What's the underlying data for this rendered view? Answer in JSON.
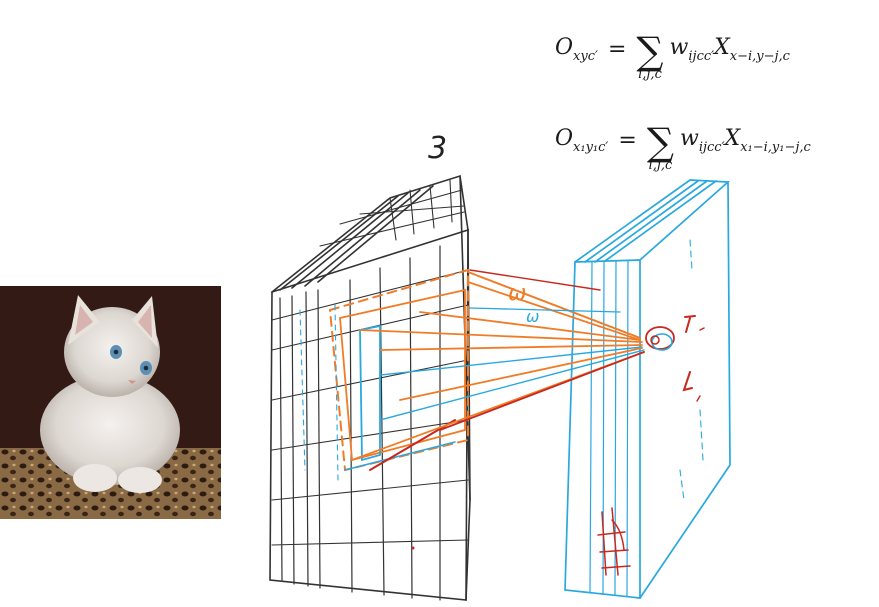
{
  "annotations": {
    "channel_count": "3",
    "kernel_width": "ω",
    "kernel_height": "ω"
  },
  "equations": {
    "eq1": {
      "lhs": "O",
      "lhs_sub": "xyc′",
      "equals": "=",
      "sum_symbol": "∑",
      "sum_under": "i,j,c",
      "rhs_w": "w",
      "rhs_w_sub": "ijcc′",
      "rhs_x": "X",
      "rhs_x_sub": "x−i,y−j,c"
    },
    "eq2": {
      "lhs": "O",
      "lhs_sub": "x₁y₁c′",
      "equals": "=",
      "sum_symbol": "∑",
      "sum_under": "i,j,c",
      "rhs_w": "w",
      "rhs_w_sub": "ijcc′",
      "rhs_x": "X",
      "rhs_x_sub": "x₁−i,y₁−j,c"
    }
  },
  "colors": {
    "input_volume": "#333333",
    "output_volume": "#29a8e0",
    "kernel": "#f07c28",
    "annotation_red": "#c8281e"
  },
  "icons": {
    "photo": "kitten-photo"
  }
}
